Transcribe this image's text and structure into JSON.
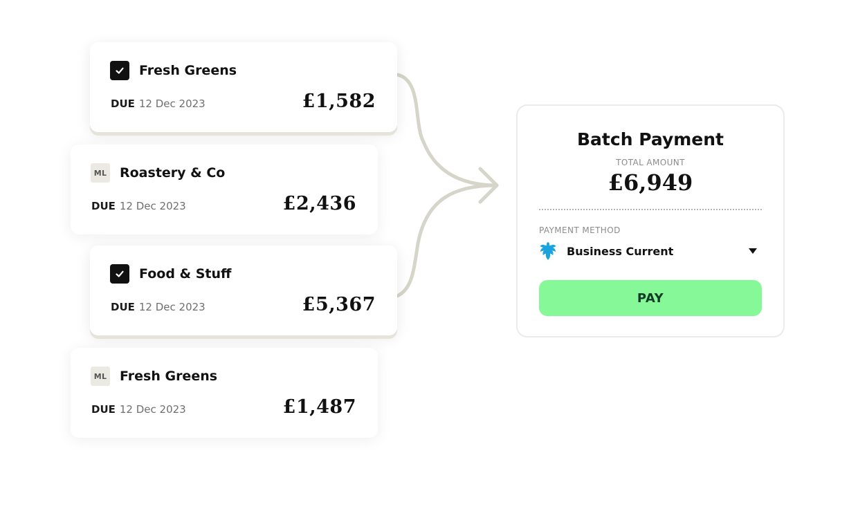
{
  "invoices": [
    {
      "vendor": "Fresh Greens",
      "due_label": "DUE",
      "due_date": "12 Dec 2023",
      "amount": "£1,582",
      "selected": true,
      "avatar": ""
    },
    {
      "vendor": "Roastery & Co",
      "due_label": "DUE",
      "due_date": "12 Dec 2023",
      "amount": "£2,436",
      "selected": false,
      "avatar": "ML"
    },
    {
      "vendor": "Food & Stuff",
      "due_label": "DUE",
      "due_date": "12 Dec 2023",
      "amount": "£5,367",
      "selected": true,
      "avatar": ""
    },
    {
      "vendor": "Fresh Greens",
      "due_label": "DUE",
      "due_date": "12 Dec 2023",
      "amount": "£1,487",
      "selected": false,
      "avatar": "ML"
    }
  ],
  "batch": {
    "title": "Batch Payment",
    "total_label": "TOTAL AMOUNT",
    "total_amount": "£6,949",
    "method_label": "PAYMENT METHOD",
    "method_value": "Business Current",
    "method_icon": "eagle-bank-icon",
    "pay_label": "PAY"
  },
  "colors": {
    "pay_button": "#86f898",
    "pay_text": "#123a28",
    "connector": "#d6d5c9",
    "checkbox": "#111111",
    "bank_icon": "#1aa3dc"
  }
}
